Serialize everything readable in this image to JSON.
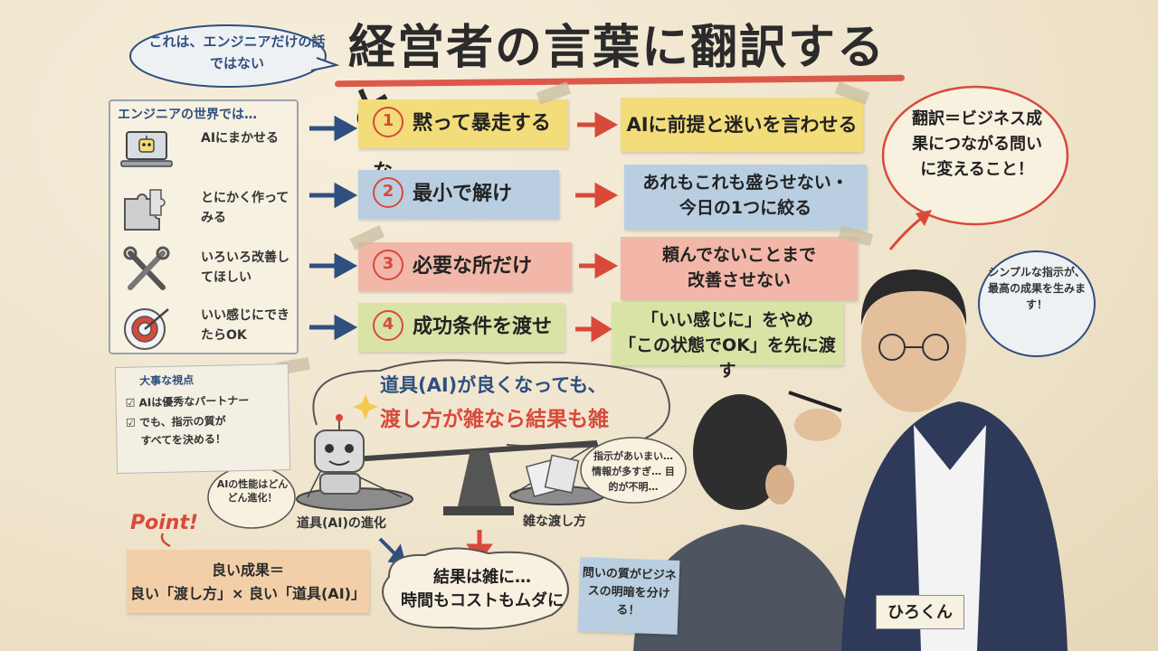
{
  "title": "経営者の言葉に翻訳すると",
  "top_bubble": {
    "text": "これは、エンジニアだけの話ではない"
  },
  "left_panel": {
    "title": "エンジニアの世界では…",
    "items": [
      {
        "icon": "laptop-robot-icon",
        "label": "AIにまかせる"
      },
      {
        "icon": "puzzle-icon",
        "label": "とにかく作ってみる"
      },
      {
        "icon": "tools-icon",
        "label": "いろいろ改善してほしい"
      },
      {
        "icon": "target-icon",
        "label": "いい感じにできたらOK"
      }
    ]
  },
  "middle_cards": [
    {
      "num": "1",
      "text": "黙って暴走するな"
    },
    {
      "num": "2",
      "text": "最小で解け"
    },
    {
      "num": "3",
      "text": "必要な所だけ"
    },
    {
      "num": "4",
      "text": "成功条件を渡せ"
    }
  ],
  "right_cards": [
    {
      "line1": "AIに前提と迷いを言わせる",
      "line2": ""
    },
    {
      "line1": "あれもこれも盛らせない・",
      "line2": "今日の1つに絞る"
    },
    {
      "line1": "頼んでないことまで",
      "line2": "改善させない"
    },
    {
      "line1": "「いい感じに」をやめ",
      "line2": "「この状態でOK」を先に渡す"
    }
  ],
  "translate_bubble": {
    "text": "翻訳＝ビジネス成果につながる問いに変えること！"
  },
  "viewpoint_note": {
    "heading": "大事な視点",
    "rows": [
      "AIは優秀なパートナー",
      "でも、指示の質が",
      "すべてを決める！"
    ]
  },
  "center_message": {
    "line1": "道具(AI)が良くなっても、",
    "line2": "渡し方が雑なら結果も雑"
  },
  "ai_perf_bubble": "AIの性能はどんどん進化！",
  "vague_bubble": "指示があいまい… 情報が多すぎ… 目的が不明…",
  "tool_label": "道具(AI)の進化",
  "shipping_label": "雑な渡し方",
  "point": {
    "label": "Point!",
    "line1": "良い成果＝",
    "line2": "良い「渡し方」× 良い「道具(AI)」"
  },
  "result": {
    "line1": "結果は雑に…",
    "line2": "時間もコストもムダに"
  },
  "quality_note": "問いの質がビジネスの明暗を分ける！",
  "simple_bubble": "シンプルな指示が、最高の成果を生みます！",
  "name_tag": "ひろくん",
  "colors": {
    "red": "#d9493a",
    "blue": "#2f4f7f",
    "yellow": "#f3dc7a",
    "sky": "#b9cfe1",
    "pink": "#f2b7a8",
    "green": "#d9e3a6",
    "orange": "#f2cfa8"
  }
}
